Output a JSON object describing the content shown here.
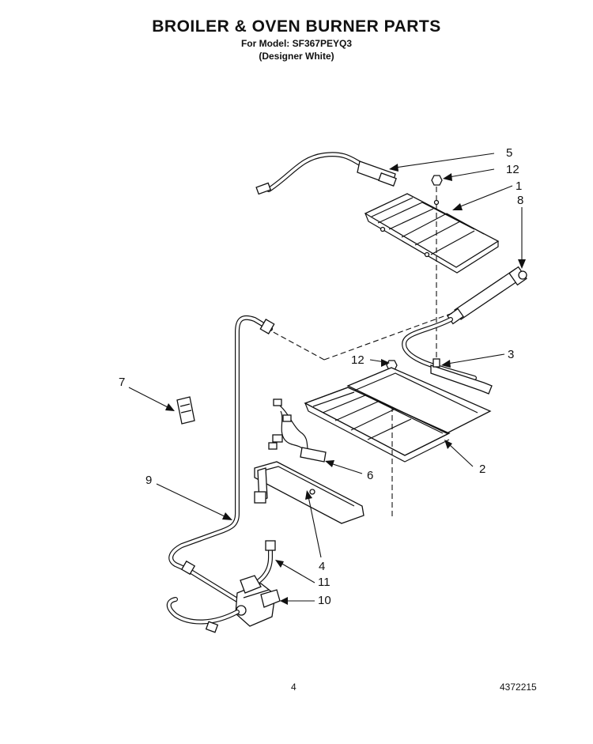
{
  "header": {
    "title": "BROILER & OVEN BURNER PARTS",
    "model_line": "For Model: SF367PEYQ3",
    "color_line": "(Designer White)"
  },
  "callouts": {
    "c1": "1",
    "c2": "2",
    "c3": "3",
    "c4": "4",
    "c5": "5",
    "c6": "6",
    "c7": "7",
    "c8": "8",
    "c9": "9",
    "c10": "10",
    "c11": "11",
    "c12a": "12",
    "c12b": "12"
  },
  "footer": {
    "page_number": "4",
    "document_number": "4372215"
  }
}
